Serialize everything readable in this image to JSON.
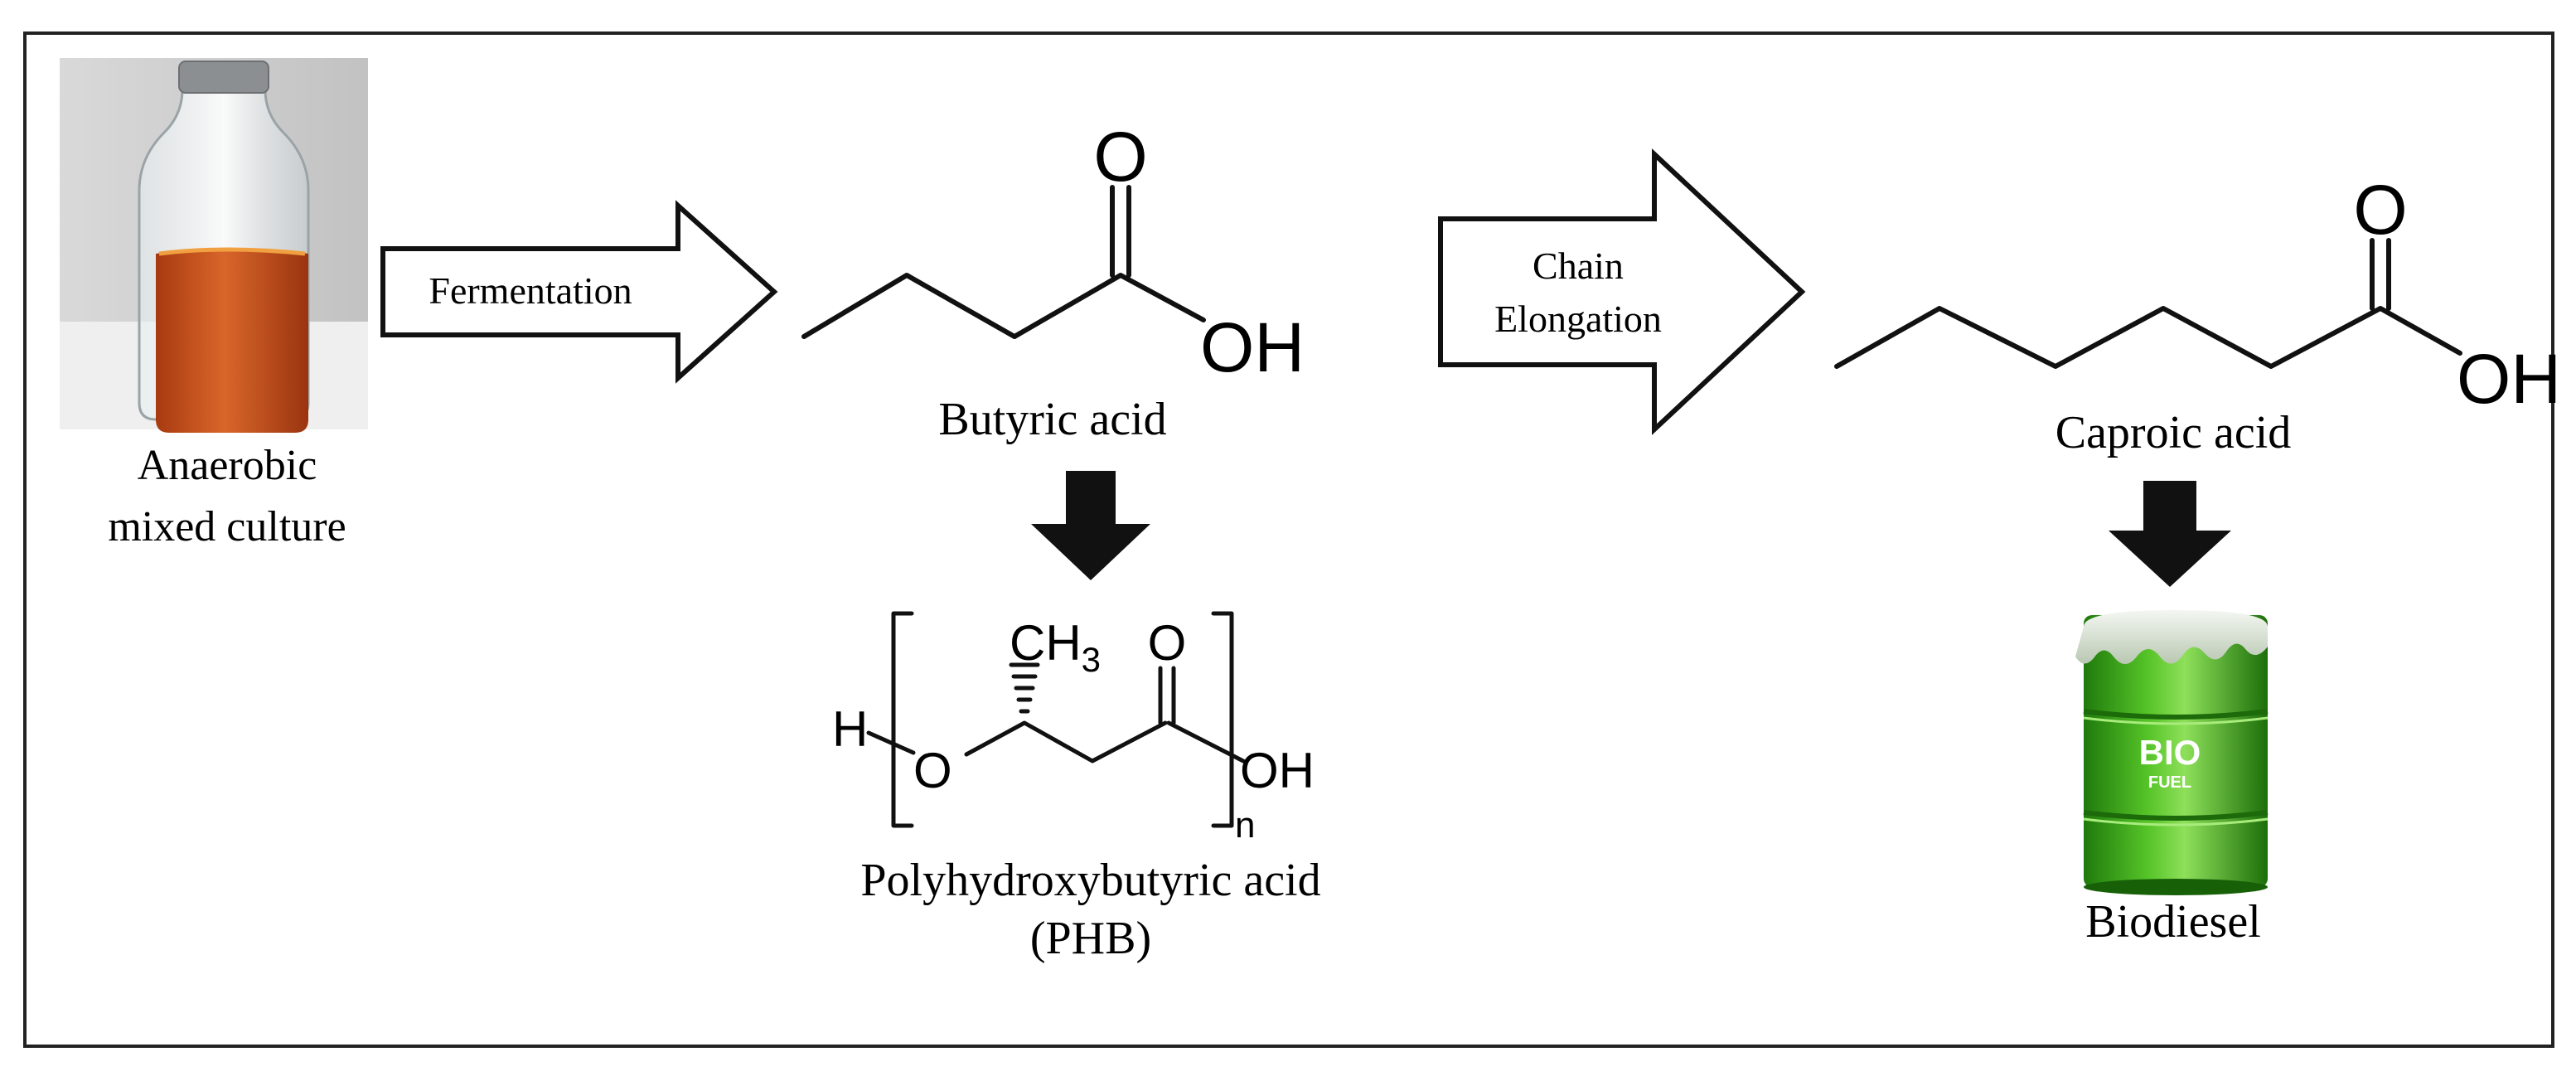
{
  "diagram": {
    "source": {
      "label_line1": "Anaerobic",
      "label_line2": "mixed culture"
    },
    "step1": {
      "label": "Fermentation"
    },
    "butyric": {
      "name": "Butyric acid",
      "atom_o": "O",
      "atom_oh": "OH"
    },
    "step2": {
      "label_line1": "Chain",
      "label_line2": "Elongation"
    },
    "caproic": {
      "name": "Caproic acid",
      "atom_o": "O",
      "atom_oh": "OH"
    },
    "phb": {
      "name_line1": "Polyhydroxybutyric acid",
      "name_line2": "(PHB)",
      "atom_h": "H",
      "atom_o_ring": "O",
      "atom_ch3_base": "CH",
      "atom_ch3_sub": "3",
      "atom_carbonyl_o": "O",
      "atom_oh": "OH",
      "repeat_n": "n"
    },
    "biodiesel": {
      "name": "Biodiesel",
      "barrel_text_line1": "BIO",
      "barrel_text_line2": "FUEL"
    },
    "colors": {
      "liquid": "#c8501c",
      "barrel_green": "#3aa81a",
      "barrel_light": "#7ed94c",
      "outline": "#111111"
    }
  }
}
